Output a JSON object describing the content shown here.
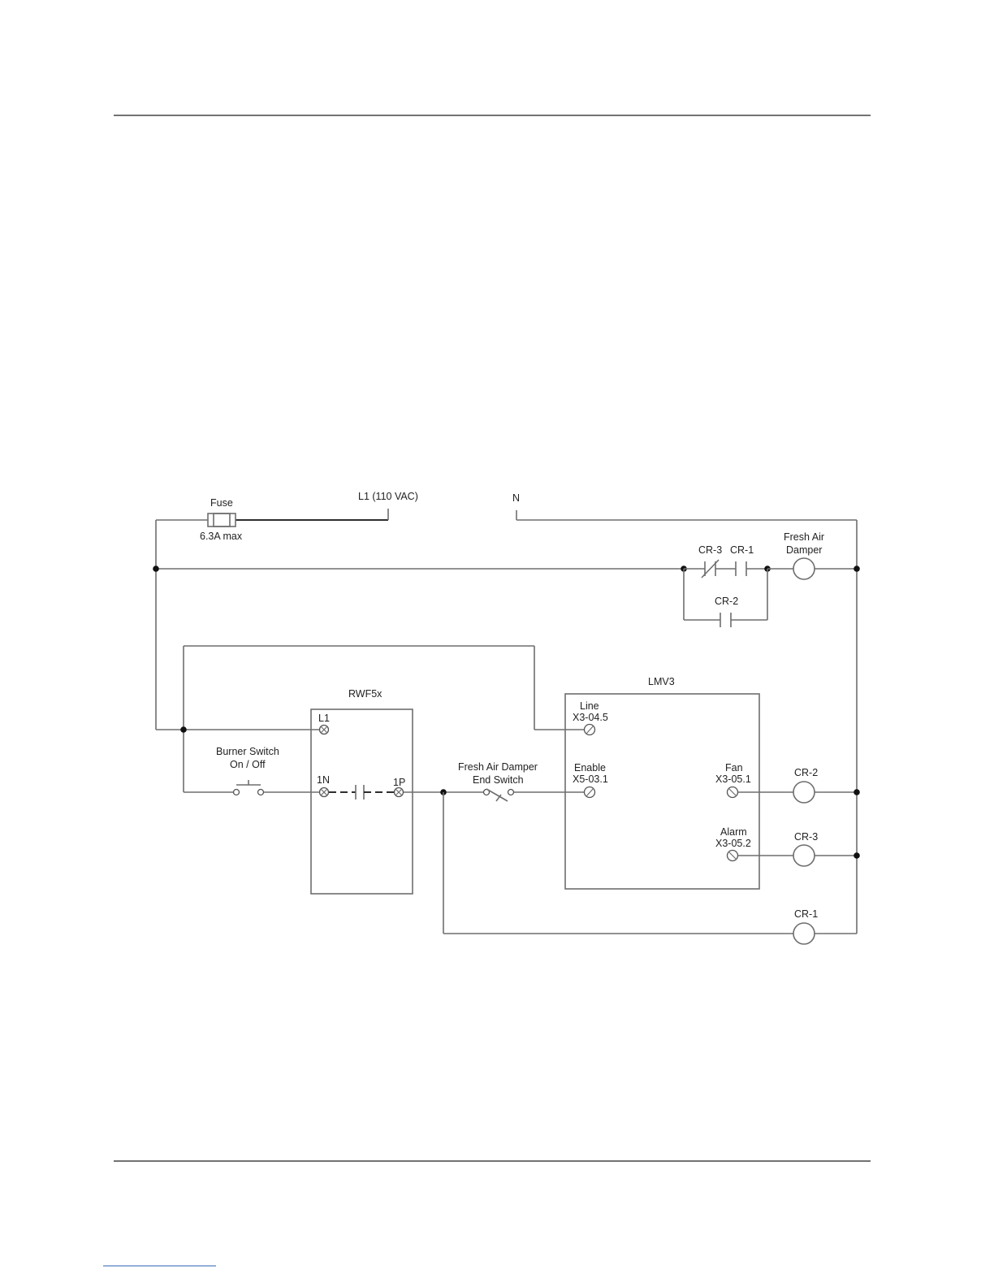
{
  "diagram": {
    "power": {
      "l1": "L1 (110 VAC)",
      "neutral": "N",
      "fuse_label": "Fuse",
      "fuse_rating": "6.3A max"
    },
    "damper_rung": {
      "contact_cr3": "CR-3",
      "contact_cr1": "CR-1",
      "contact_cr2": "CR-2",
      "load_line1": "Fresh Air",
      "load_line2": "Damper"
    },
    "rwf": {
      "title": "RWF5x",
      "t_l1": "L1",
      "t_1n": "1N",
      "t_1p": "1P"
    },
    "burner_switch": {
      "line1": "Burner Switch",
      "line2": "On / Off"
    },
    "end_switch": {
      "line1": "Fresh Air Damper",
      "line2": "End Switch"
    },
    "lmv": {
      "title": "LMV3",
      "line_label": "Line",
      "line_terminal": "X3-04.5",
      "enable_label": "Enable",
      "enable_terminal": "X5-03.1",
      "fan_label": "Fan",
      "fan_terminal": "X3-05.1",
      "alarm_label": "Alarm",
      "alarm_terminal": "X3-05.2"
    },
    "coils": {
      "cr2": "CR-2",
      "cr3": "CR-3",
      "cr1": "CR-1"
    }
  }
}
